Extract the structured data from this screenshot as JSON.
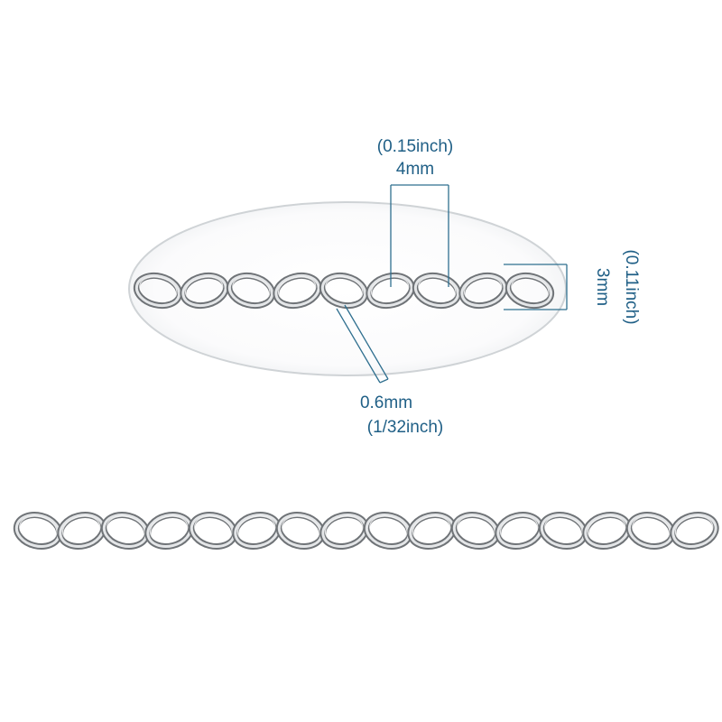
{
  "dimensions": {
    "link_width": {
      "metric": "4mm",
      "imperial": "(0.15inch)"
    },
    "link_height": {
      "metric": "3mm",
      "imperial": "(0.11inch)"
    },
    "wire_thickness": {
      "metric": "0.6mm",
      "imperial": "(1/32inch)"
    }
  },
  "colors": {
    "annotation": "#1f5f86",
    "dimension_line": "#2f6f8f",
    "chain_dark": "#6f7377",
    "chain_light": "#e4e6e8",
    "magnifier_outline": "#cfd3d6",
    "background": "#ffffff"
  },
  "chain": {
    "magnified_link_count": 9,
    "full_link_count": 16
  }
}
